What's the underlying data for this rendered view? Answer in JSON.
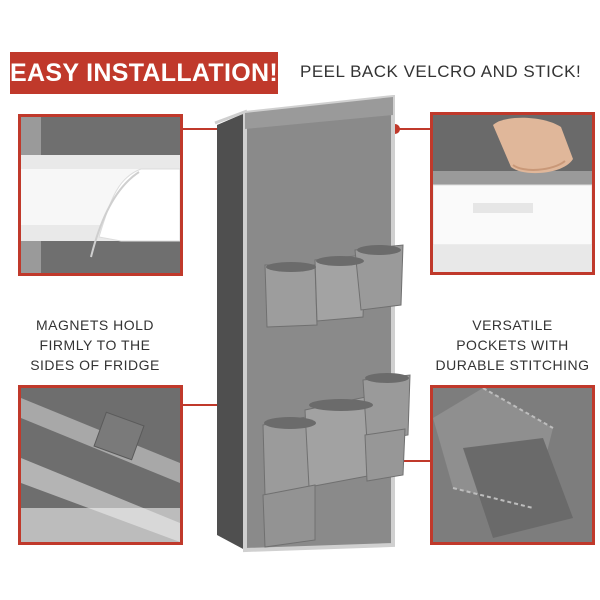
{
  "banner": {
    "text": "EASY INSTALLATION!"
  },
  "headline": {
    "text": "PEEL BACK VELCRO AND STICK!"
  },
  "captions": {
    "magnets": [
      "MAGNETS HOLD",
      "FIRMLY TO THE",
      "SIDES OF FRIDGE"
    ],
    "pockets": [
      "VERSATILE",
      "POCKETS WITH",
      "DURABLE STITCHING"
    ]
  },
  "colors": {
    "accent": "#c0392b",
    "fabric": "#8c8c8c",
    "fabric_dark": "#5e5e5e",
    "trim": "#cfcfcf"
  }
}
